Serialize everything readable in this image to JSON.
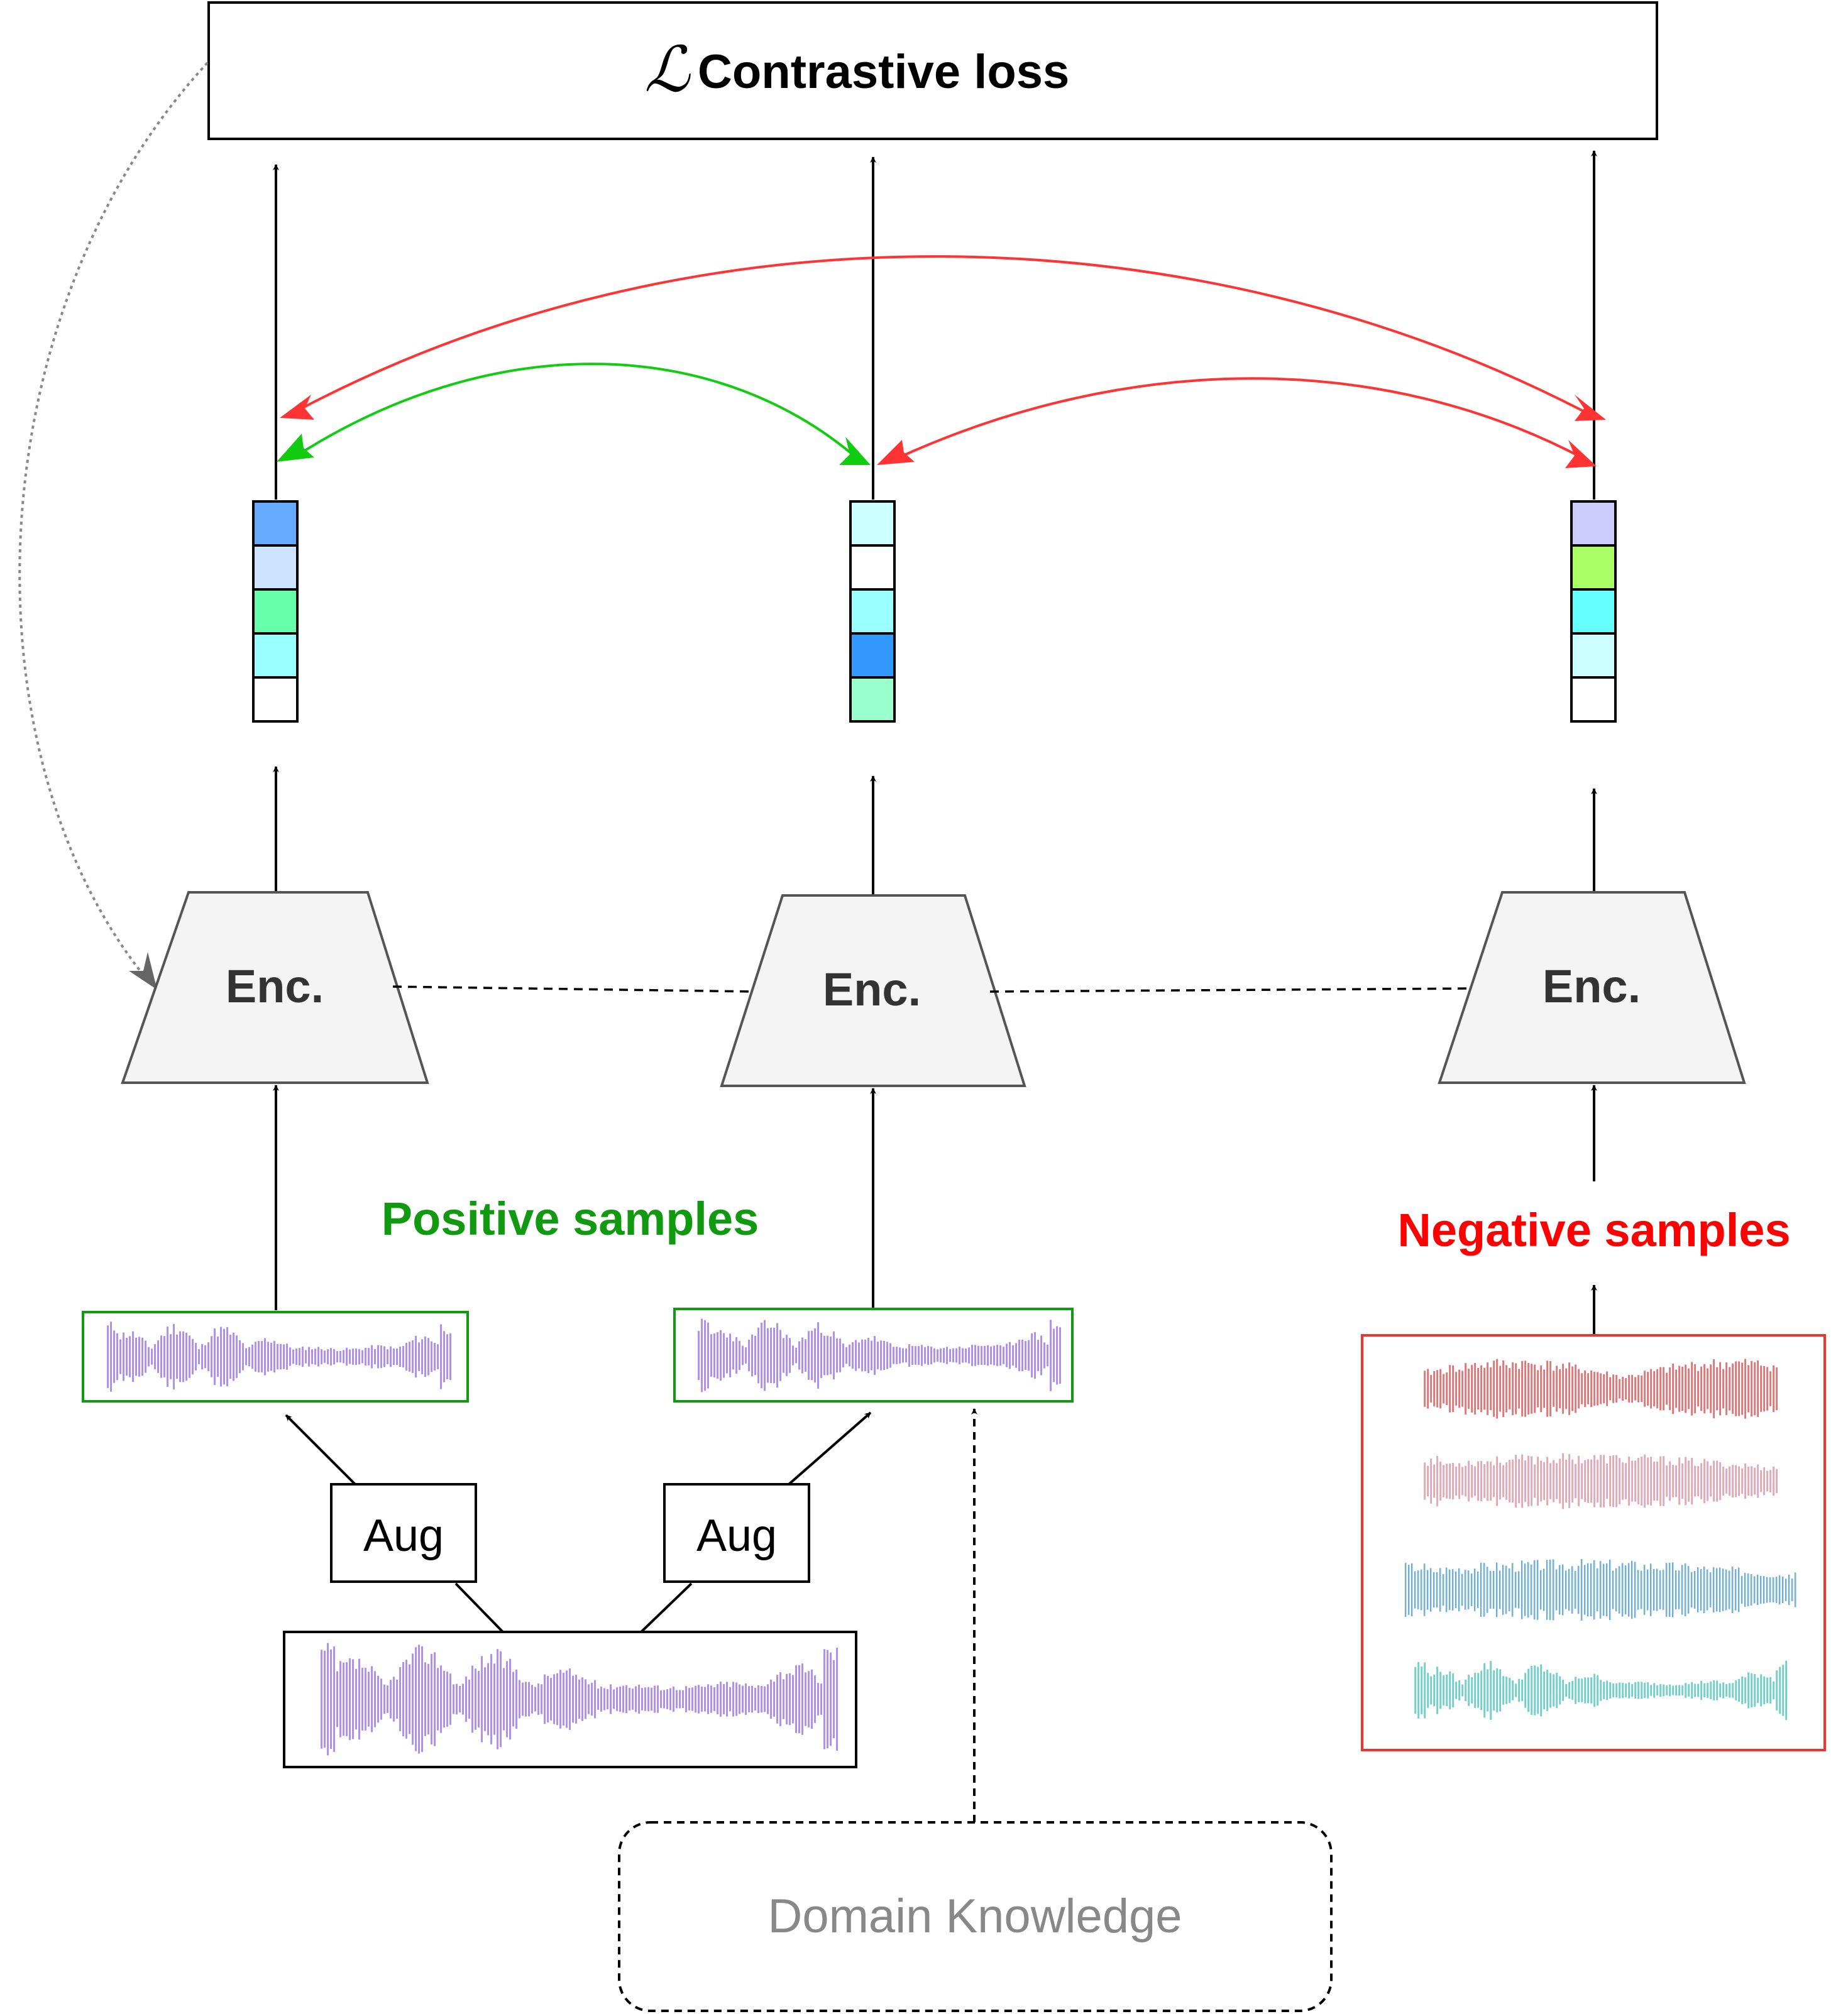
{
  "loss": {
    "symbol": "ℒ",
    "label": "Contrastive loss"
  },
  "encoders": [
    {
      "label": "Enc."
    },
    {
      "label": "Enc."
    },
    {
      "label": "Enc."
    }
  ],
  "embeddings": [
    {
      "cells": [
        "#66aaff",
        "#cce4ff",
        "#66ffaa",
        "#99ffff",
        "#ffffff"
      ]
    },
    {
      "cells": [
        "#ccffff",
        "#ffffff",
        "#99ffff",
        "#3399ff",
        "#99ffcc"
      ]
    },
    {
      "cells": [
        "#ccccff",
        "#aaff66",
        "#66ffff",
        "#ccffff",
        "#ffffff"
      ]
    }
  ],
  "positive_samples": {
    "label": "Positive samples",
    "color": "#119911"
  },
  "negative_samples": {
    "label": "Negative samples",
    "color": "#ff0000"
  },
  "augmentations": [
    {
      "label": "Aug"
    },
    {
      "label": "Aug"
    }
  ],
  "domain_knowledge": {
    "label": "Domain Knowledge"
  },
  "colors": {
    "positive_pair_arrow": "#11cc11",
    "negative_pair_arrow": "#ff3333",
    "encoder_fill": "#f4f4f4",
    "waveform_purple": "#aa88ee"
  }
}
